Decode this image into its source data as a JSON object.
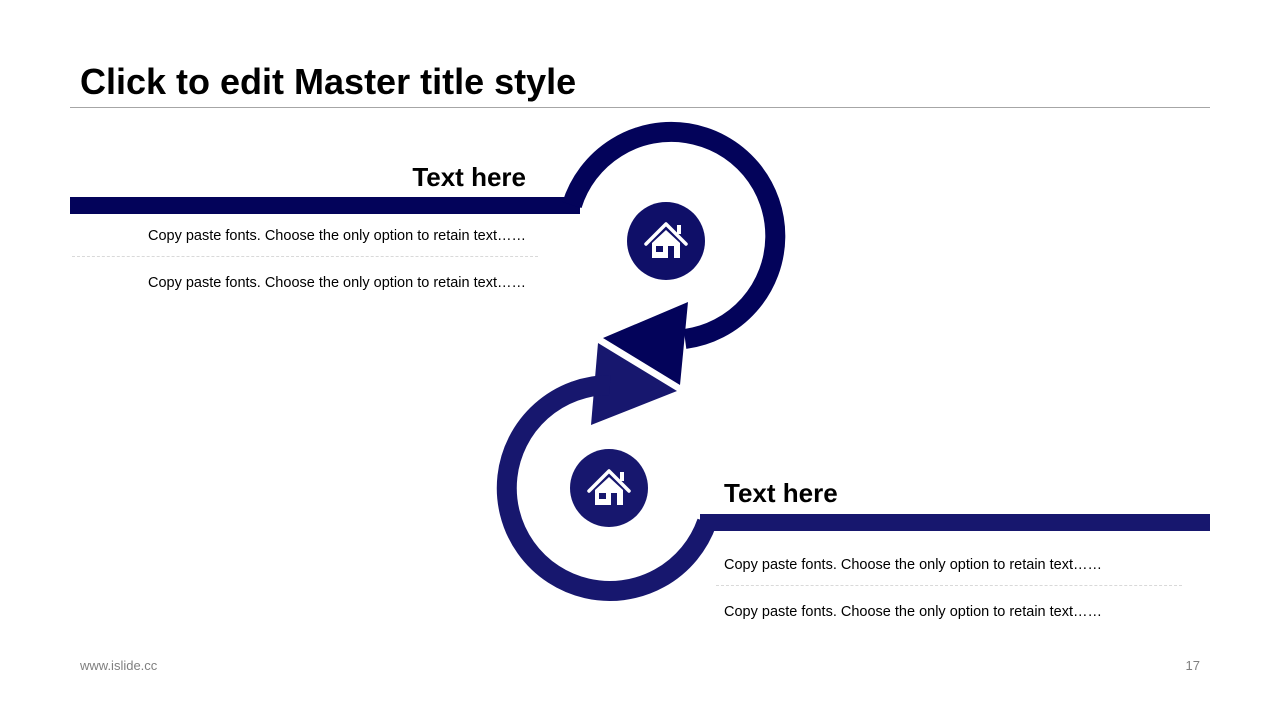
{
  "slide": {
    "title": "Click to edit Master title style",
    "accent_color": "#0f1061",
    "accent_color_dark": "#03035a"
  },
  "steps": [
    {
      "heading": "Text here",
      "lines": [
        "Copy paste fonts. Choose the only option to retain text……",
        "Copy paste fonts. Choose the only option to retain text……"
      ],
      "icon": "home-icon"
    },
    {
      "heading": "Text here",
      "lines": [
        "Copy paste fonts. Choose the only option to retain text……",
        "Copy paste fonts. Choose the only option to retain text……"
      ],
      "icon": "home-icon"
    }
  ],
  "footer": {
    "website": "www.islide.cc",
    "page_number": "17"
  }
}
